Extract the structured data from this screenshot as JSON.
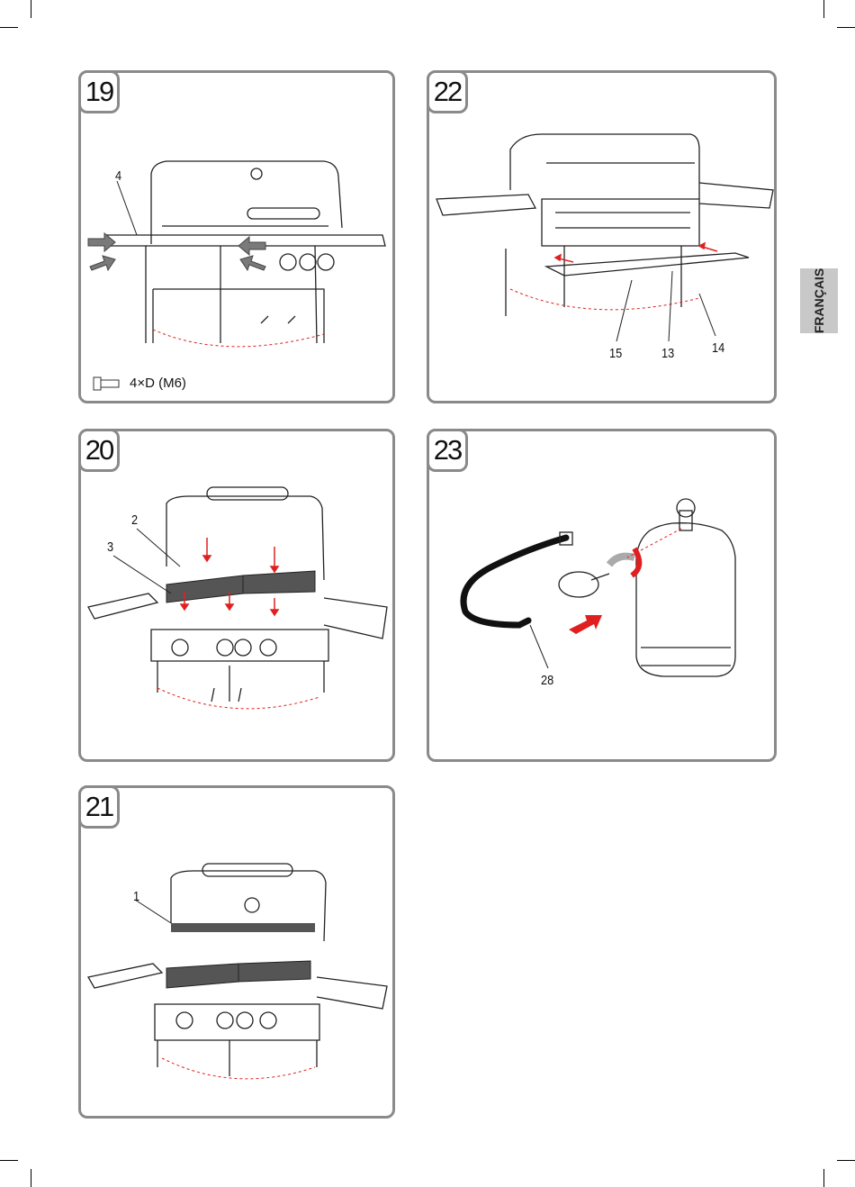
{
  "language_tab": "FRANÇAIS",
  "steps": [
    {
      "number": "19",
      "labels": [
        "4"
      ],
      "bolt_note": "4×D (M6)"
    },
    {
      "number": "22",
      "labels": [
        "15",
        "13",
        "14"
      ]
    },
    {
      "number": "20",
      "labels": [
        "2",
        "3"
      ]
    },
    {
      "number": "23",
      "labels": [
        "28"
      ]
    },
    {
      "number": "21",
      "labels": [
        "1"
      ]
    }
  ],
  "colors": {
    "panel_border": "#8a8a8a",
    "arrow_red": "#e02020",
    "arrow_gray": "#7a7a7a",
    "tab_gray": "#c8c8c8"
  },
  "icons": [
    "bolt-icon",
    "push-arrow-icon",
    "rotate-arrow-icon"
  ]
}
